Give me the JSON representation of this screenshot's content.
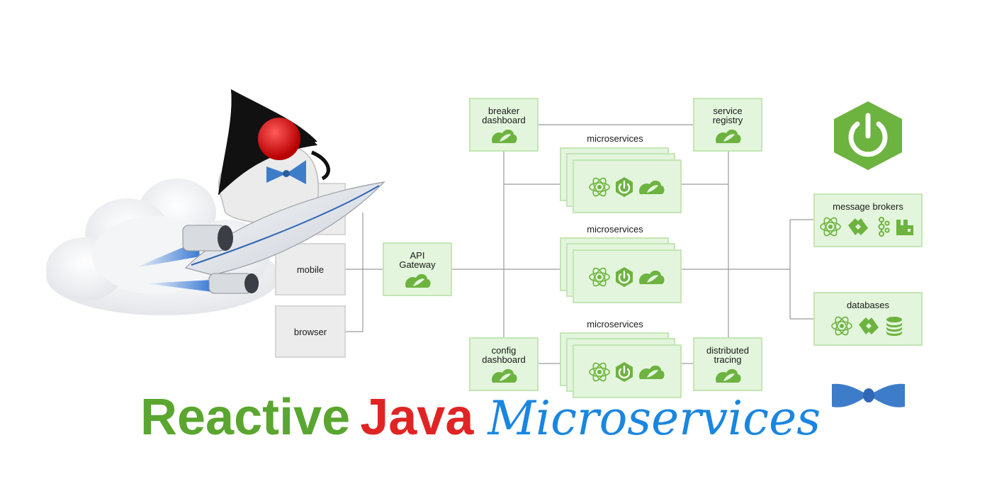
{
  "diagram": {
    "clients": [
      {
        "id": "mobile",
        "label": "mobile"
      },
      {
        "id": "browser",
        "label": "browser"
      }
    ],
    "gateway": {
      "label_line1": "API",
      "label_line2": "Gateway"
    },
    "breaker_dashboard": {
      "label_line1": "breaker",
      "label_line2": "dashboard"
    },
    "service_registry": {
      "label_line1": "service",
      "label_line2": "registry"
    },
    "config_dashboard": {
      "label_line1": "config",
      "label_line2": "dashboard"
    },
    "distributed_tracing": {
      "label_line1": "distributed",
      "label_line2": "tracing"
    },
    "microservices": [
      {
        "title": "microservices"
      },
      {
        "title": "microservices"
      },
      {
        "title": "microservices"
      }
    ],
    "message_brokers": {
      "title": "message brokers"
    },
    "databases": {
      "title": "databases"
    }
  },
  "headline": {
    "word1": "Reactive",
    "word2": "Java",
    "word3": "Microservices"
  },
  "colors": {
    "spring_green": "#6db33f",
    "box_fill": "#e3f5dc",
    "reactive_green": "#5aa630",
    "java_red": "#e02424",
    "micro_blue": "#1a86e0",
    "bowtie_blue": "#3d7cc9"
  }
}
